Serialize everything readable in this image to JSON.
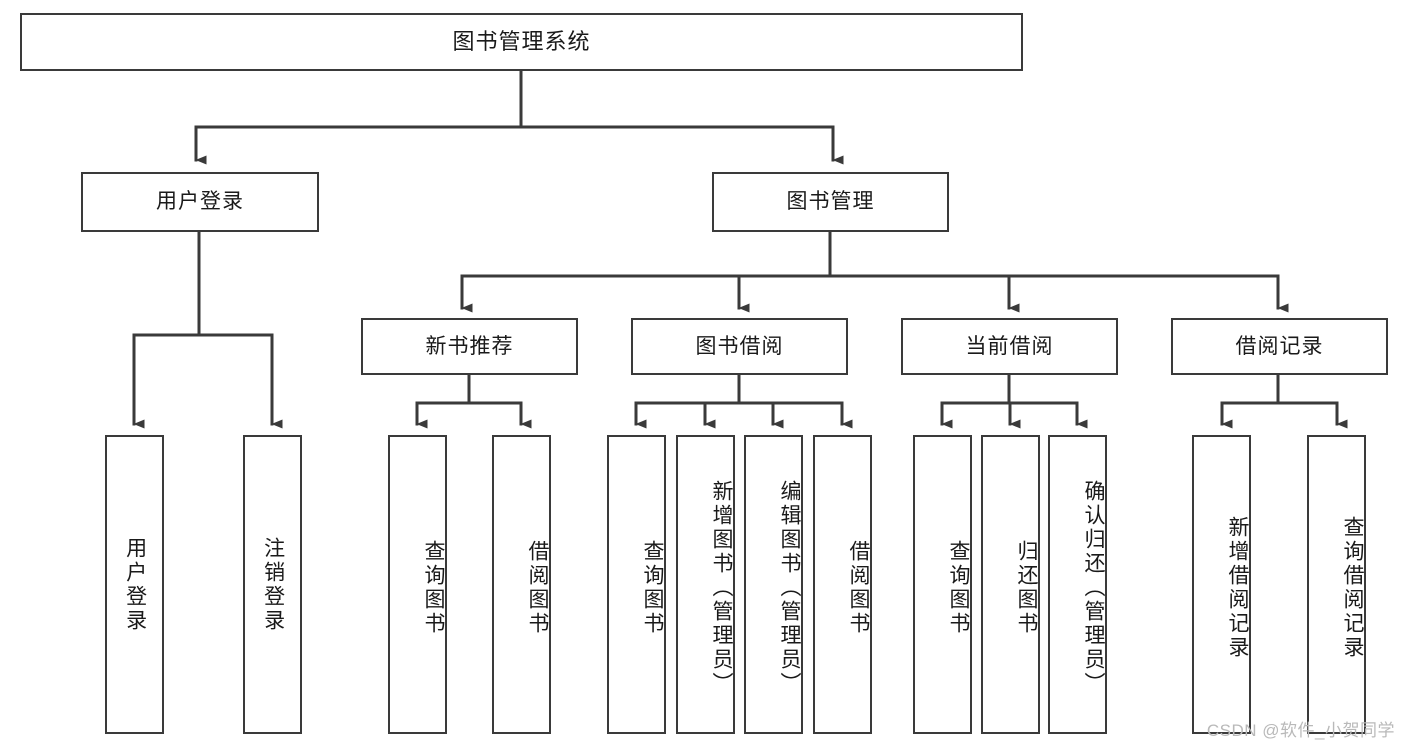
{
  "diagram": {
    "type": "tree",
    "title": "图书管理系统",
    "orientation": "top-down",
    "line_color": "#3a3a3a",
    "box_fill": "#ffffff",
    "text_color": "#1a1a1a"
  },
  "nodes": {
    "root": {
      "label": "图书管理系统",
      "level": 0
    },
    "l1": [
      {
        "id": "user_login",
        "label": "用户登录"
      },
      {
        "id": "book_manage",
        "label": "图书管理"
      }
    ],
    "l2": [
      {
        "id": "new_book_rec",
        "label": "新书推荐",
        "parent": "book_manage"
      },
      {
        "id": "book_borrow",
        "label": "图书借阅",
        "parent": "book_manage"
      },
      {
        "id": "current_borrow",
        "label": "当前借阅",
        "parent": "book_manage"
      },
      {
        "id": "borrow_record",
        "label": "借阅记录",
        "parent": "book_manage"
      }
    ],
    "leaves": {
      "user_login": [
        {
          "id": "leaf_user_login",
          "label": "用户登录"
        },
        {
          "id": "leaf_logout",
          "label": "注销登录"
        }
      ],
      "new_book_rec": [
        {
          "id": "leaf_query_book_1",
          "label": "查询图书"
        },
        {
          "id": "leaf_borrow_book_1",
          "label": "借阅图书"
        }
      ],
      "book_borrow": [
        {
          "id": "leaf_query_book_2",
          "label": "查询图书"
        },
        {
          "id": "leaf_add_book",
          "label": "新增图书（管理员）"
        },
        {
          "id": "leaf_edit_book",
          "label": "编辑图书（管理员）"
        },
        {
          "id": "leaf_borrow_book_2",
          "label": "借阅图书"
        }
      ],
      "current_borrow": [
        {
          "id": "leaf_query_book_3",
          "label": "查询图书"
        },
        {
          "id": "leaf_return_book",
          "label": "归还图书"
        },
        {
          "id": "leaf_confirm_return",
          "label": "确认归还（管理员）"
        }
      ],
      "borrow_record": [
        {
          "id": "leaf_add_record",
          "label": "新增借阅记录"
        },
        {
          "id": "leaf_query_record",
          "label": "查询借阅记录"
        }
      ]
    }
  },
  "watermark": {
    "text": "CSDN @软件_小贺同学"
  }
}
